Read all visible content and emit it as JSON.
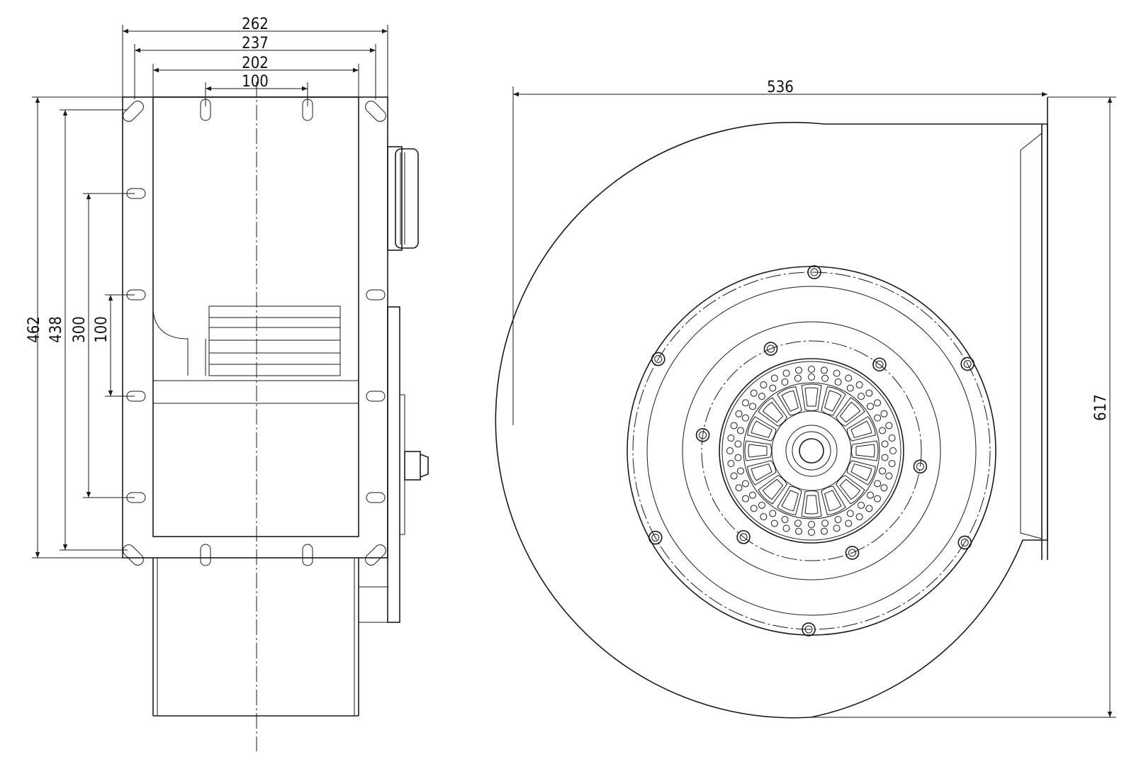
{
  "colors": {
    "line": "#1a1a1a",
    "background": "#ffffff"
  },
  "side_view": {
    "dimensions": {
      "width_262": "262",
      "width_237": "237",
      "width_202": "202",
      "width_100": "100",
      "height_462": "462",
      "height_438": "438",
      "height_300": "300",
      "height_100": "100"
    }
  },
  "front_view": {
    "dimensions": {
      "width_536": "536",
      "height_617": "617"
    }
  }
}
